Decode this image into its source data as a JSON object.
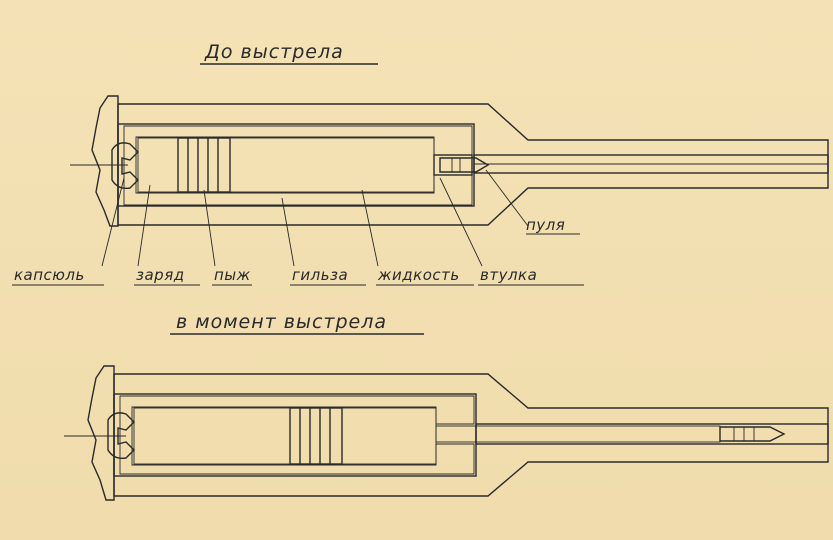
{
  "titles": {
    "before": "До выстрела",
    "during": "в момент выстрела"
  },
  "labels": {
    "primer": "капсюль",
    "charge": "заряд",
    "wad": "пыж",
    "case": "гильза",
    "liquid": "жидкость",
    "bullet": "пуля",
    "bushing": "втулка"
  },
  "colors": {
    "paper": "#f2dfb0",
    "ink": "#2a2a2a",
    "liquid_fill": "#f3ddb0"
  }
}
